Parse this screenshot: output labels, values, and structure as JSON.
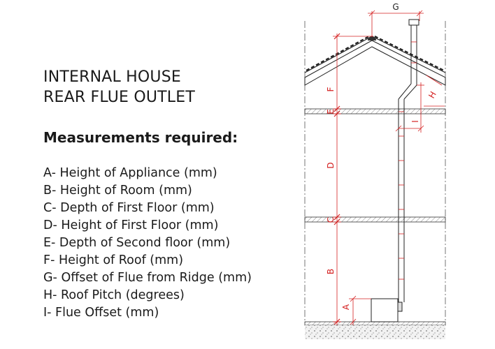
{
  "title_lines": [
    "INTERNAL HOUSE",
    "REAR FLUE OUTLET"
  ],
  "subheading": "Measurements required:",
  "items": [
    "A- Height of Appliance (mm)",
    "B- Height of Room (mm)",
    "C- Depth of First Floor (mm)",
    "D-  Height of First Floor (mm)",
    "E- Depth of Second floor (mm)",
    "F- Height of Roof (mm)",
    "G- Offset of Flue from Ridge (mm)",
    "H- Roof Pitch (degrees)",
    "I-  Flue Offset (mm)"
  ],
  "diagram_labels": {
    "A": "A",
    "B": "B",
    "C": "C",
    "D": "D",
    "E": "E",
    "F": "F",
    "G": "G",
    "H": "H",
    "I": "I"
  },
  "colors": {
    "text": "#1a1a1a",
    "dimension": "#d42020",
    "line": "#333333",
    "hatch": "#888888"
  }
}
